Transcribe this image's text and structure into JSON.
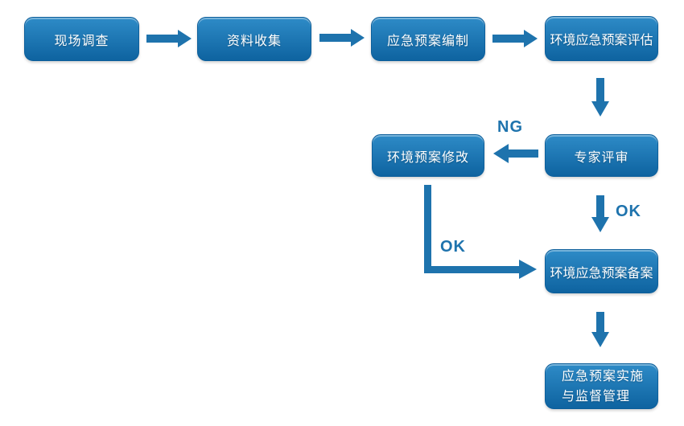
{
  "diagram": {
    "colors": {
      "box_gradient_top": "#2e8bc7",
      "box_gradient_bottom": "#0e63a0",
      "box_border": "#0d5f9b",
      "arrow": "#1e73ad",
      "edge_label_text": "#1e73ad",
      "box_text": "#ffffff",
      "background": "#ffffff"
    },
    "nodes": [
      {
        "id": "site-survey",
        "label": "现场调查"
      },
      {
        "id": "data-collection",
        "label": "资料收集"
      },
      {
        "id": "plan-preparation",
        "label": "应急预案编制"
      },
      {
        "id": "plan-assessment",
        "label": "环境应急预案评估"
      },
      {
        "id": "expert-review",
        "label": "专家评审"
      },
      {
        "id": "plan-revision",
        "label": "环境预案修改"
      },
      {
        "id": "plan-filing",
        "label": "环境应急预案备案"
      },
      {
        "id": "implementation",
        "lines": [
          "应急预案实施",
          "与监督管理"
        ]
      }
    ],
    "edge_labels": {
      "ng": "NG",
      "ok_down": "OK",
      "ok_elbow": "OK"
    }
  }
}
